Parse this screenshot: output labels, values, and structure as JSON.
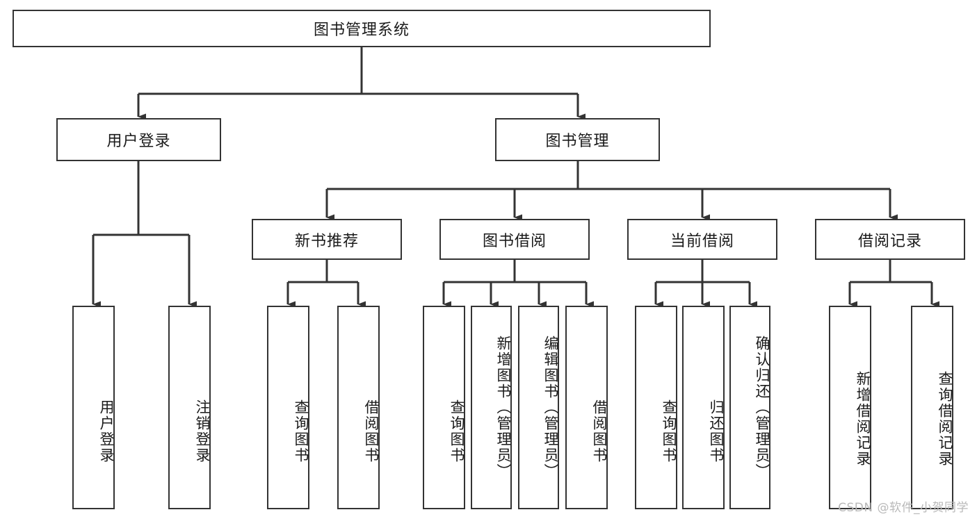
{
  "diagram": {
    "title": "图书管理系统",
    "type": "hierarchy-tree",
    "watermark": "CSDN @软件_小贺同学",
    "colors": {
      "box_border": "#333333",
      "box_fill": "#ffffff",
      "edge": "#333333",
      "text": "#1a1a1a",
      "watermark": "#b9b9b9",
      "background": "#ffffff"
    },
    "nodes": {
      "root": {
        "label": "图书管理系统"
      },
      "level2": [
        {
          "id": "user-login",
          "label": "用户登录"
        },
        {
          "id": "book-manage",
          "label": "图书管理"
        }
      ],
      "level3": [
        {
          "id": "new-book-recommend",
          "label": "新书推荐"
        },
        {
          "id": "book-borrow",
          "label": "图书借阅"
        },
        {
          "id": "current-borrow",
          "label": "当前借阅"
        },
        {
          "id": "borrow-record",
          "label": "借阅记录"
        }
      ],
      "leaves": [
        {
          "id": "leaf-user-login",
          "label": "用户登录",
          "parent": "user-login"
        },
        {
          "id": "leaf-logout-login",
          "label": "注销登录",
          "parent": "user-login"
        },
        {
          "id": "leaf-query-book-1",
          "label": "查询图书",
          "parent": "new-book-recommend"
        },
        {
          "id": "leaf-borrow-book-1",
          "label": "借阅图书",
          "parent": "new-book-recommend"
        },
        {
          "id": "leaf-query-book-2",
          "label": "查询图书",
          "parent": "book-borrow"
        },
        {
          "id": "leaf-add-book",
          "label": "新增图书（管理员）",
          "parent": "book-borrow"
        },
        {
          "id": "leaf-edit-book",
          "label": "编辑图书（管理员）",
          "parent": "book-borrow"
        },
        {
          "id": "leaf-borrow-book-2",
          "label": "借阅图书",
          "parent": "book-borrow"
        },
        {
          "id": "leaf-query-book-3",
          "label": "查询图书",
          "parent": "current-borrow"
        },
        {
          "id": "leaf-return-book",
          "label": "归还图书",
          "parent": "current-borrow"
        },
        {
          "id": "leaf-confirm-return",
          "label": "确认归还（管理员）",
          "parent": "current-borrow"
        },
        {
          "id": "leaf-add-record",
          "label": "新增借阅记录",
          "parent": "borrow-record"
        },
        {
          "id": "leaf-query-record",
          "label": "查询借阅记录",
          "parent": "borrow-record"
        }
      ]
    }
  }
}
